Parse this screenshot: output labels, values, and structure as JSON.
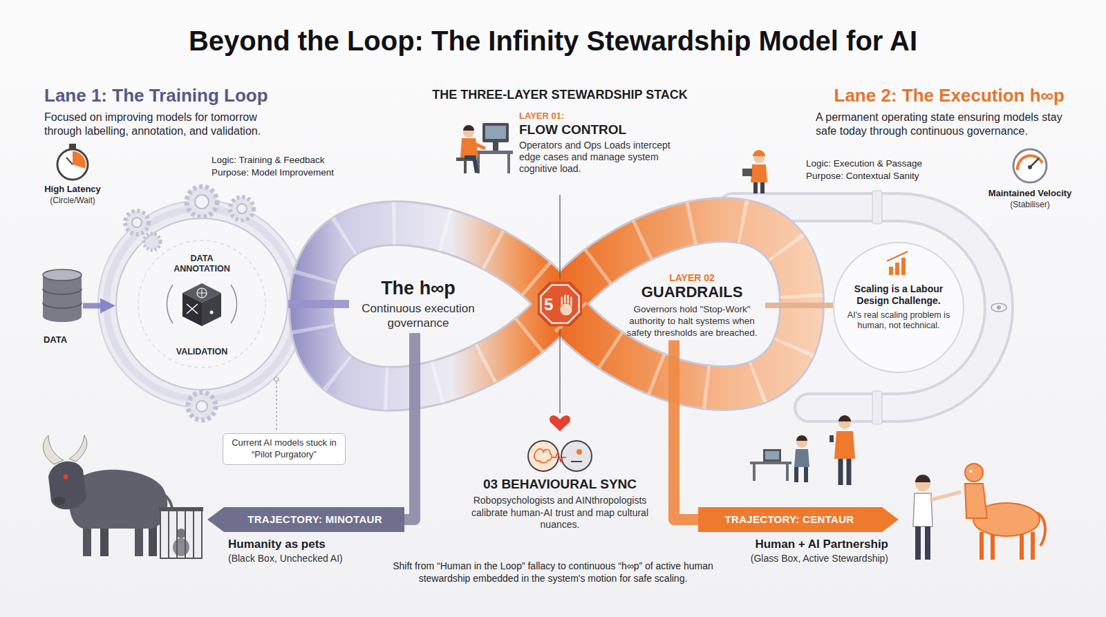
{
  "diagram": {
    "title": "Beyond the Loop: The Infinity Stewardship Model for AI",
    "caption": "Shift from “Human in the Loop” fallacy to continuous “h∞p” of active human stewardship embedded in the system's motion for safe scaling.",
    "nodes": [
      {
        "text": [
          "DATA"
        ]
      },
      {
        "text": [
          "DATA ANNOTATION",
          "VALIDATION"
        ]
      },
      {
        "text": [
          "Current AI models stuck in “Pilot Purgatory”"
        ]
      },
      {
        "text": [
          "The h∞p",
          "Continuous execution governance"
        ]
      },
      {
        "text": [
          "5"
        ]
      },
      {
        "text": [
          "LAYER 02",
          "GUARDRAILS",
          "Governors hold \"Stop-Work\" authority to halt systems when safety thresholds are breached."
        ]
      },
      {
        "text": [
          "Scaling is a Labour Design Challenge.",
          "AI's real scaling problem is human, not technical."
        ]
      },
      {
        "text": [
          "TRAJECTORY: MINOTAUR"
        ]
      },
      {
        "text": [
          "TRAJECTORY: CENTAUR"
        ]
      }
    ],
    "edges": [
      {
        "from": 0,
        "to": 1,
        "arrow": "to"
      },
      {
        "from": 1,
        "to": 3,
        "arrow": "none"
      },
      {
        "from": 3,
        "to": 7,
        "arrow": "none"
      },
      {
        "from": 5,
        "to": 8,
        "arrow": "none"
      },
      {
        "from": 5,
        "to": 6,
        "arrow": "none"
      }
    ],
    "labels": [
      "Lane 1: The Training Loop",
      "Focused on improving models for tomorrow through labelling, annotation, and validation.",
      "High Latency",
      "(Circle/Wait)",
      "Logic: Training & Feedback",
      "Purpose: Model Improvement",
      "THE THREE-LAYER STEWARDSHIP STACK",
      "LAYER 01:",
      "FLOW CONTROL",
      "Operators and Ops Loads intercept edge cases and manage system cognitive load.",
      "Lane 2: The Execution h∞p",
      "A permanent operating state ensuring models stay safe today through continuous governance.",
      "Logic: Execution & Passage",
      "Purpose: Contextual Sanity",
      "Maintained Velocity",
      "(Stabiliser)",
      "03 BEHAVIOURAL SYNC",
      "Robopsychologists and AINthropologists calibrate human-AI trust and map cultural nuances.",
      "Humanity as pets",
      "(Black Box, Unchecked AI)",
      "Human + AI Partnership",
      "(Glass Box, Active Stewardship)"
    ]
  }
}
